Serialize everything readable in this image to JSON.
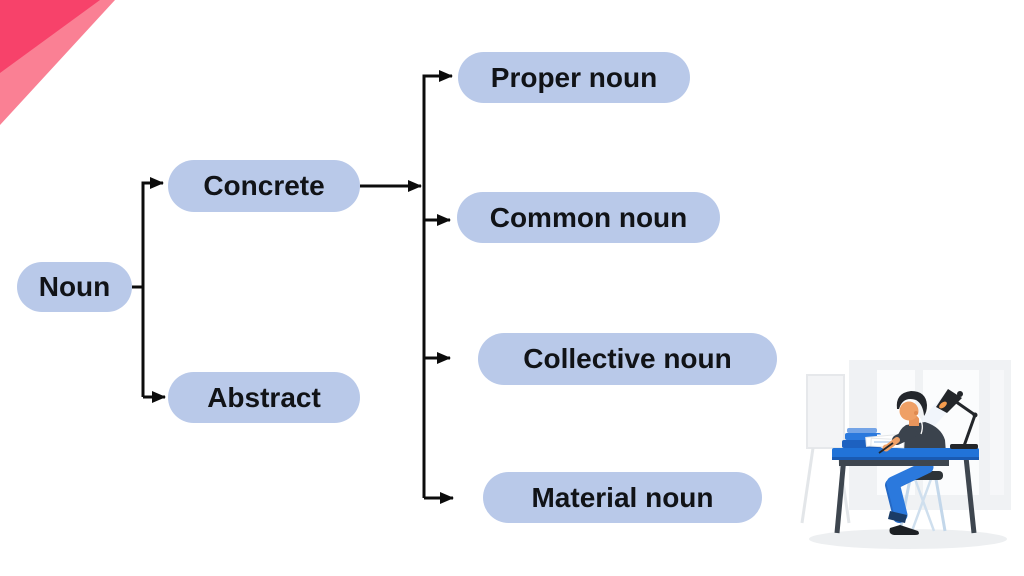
{
  "diagram": {
    "type": "tree",
    "root": {
      "label": "Noun"
    },
    "branches": [
      {
        "label": "Concrete"
      },
      {
        "label": "Abstract"
      }
    ],
    "leaves": [
      {
        "label": "Proper noun"
      },
      {
        "label": "Common noun"
      },
      {
        "label": "Collective noun"
      },
      {
        "label": "Material noun"
      }
    ],
    "edges": [
      "Noun -> Concrete",
      "Noun -> Abstract",
      "Concrete -> Proper noun",
      "Concrete -> Common noun",
      "Concrete -> Collective noun",
      "Concrete -> Material noun"
    ]
  },
  "colors": {
    "background": "#ffffff",
    "pill_fill": "#b9c9e9",
    "pill_text": "#111317",
    "connector": "#0c0c0c",
    "corner_dark_pink": "#f7426a",
    "corner_light_pink": "#fa8094",
    "desk_blue": "#2173d8",
    "pants_blue": "#2b79dd",
    "shirt_charcoal": "#3b434d",
    "skin": "#efa066"
  },
  "icons": {
    "corner_accent": "pink-diagonal-corner-ribbon",
    "illustration": "person-studying-at-desk"
  }
}
